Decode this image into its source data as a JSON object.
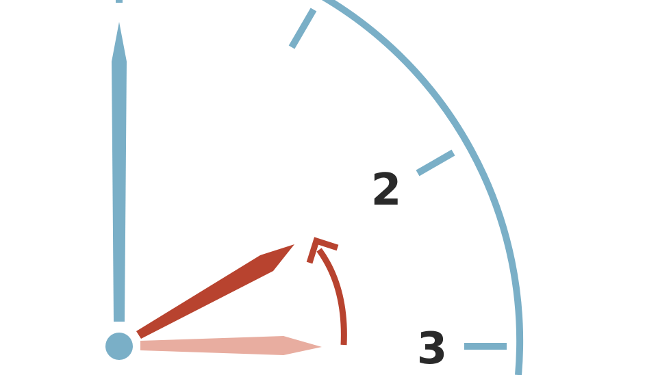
{
  "clock": {
    "numerals": {
      "two": "2",
      "three": "3"
    },
    "hands": {
      "minute": "minute-hand",
      "hour_new": "hour-hand-new-position",
      "hour_old": "hour-hand-old-position"
    },
    "colors": {
      "face": "#7aafc7",
      "hour_new": "#b8432f",
      "hour_old": "#e8ada0",
      "arrow": "#b8432f",
      "numeral": "#2a2a2a",
      "background": "#ffffff"
    }
  }
}
